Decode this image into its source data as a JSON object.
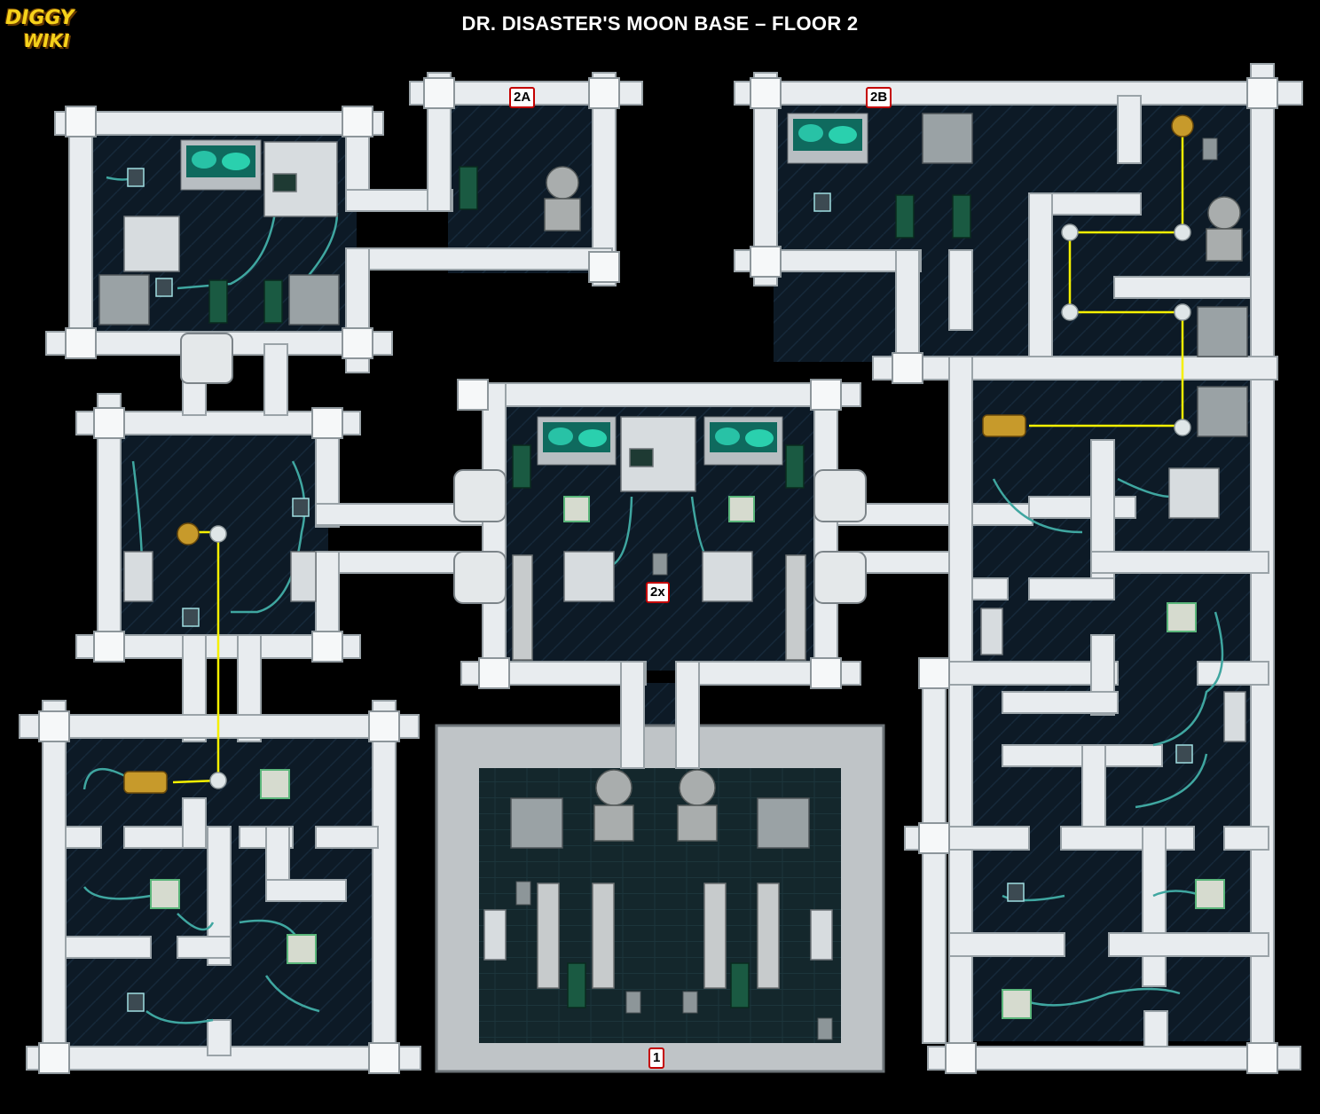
{
  "title": "DR. DISASTER'S MOON BASE – FLOOR 2",
  "logo": {
    "line1": "DIGGY",
    "line2": "WIKI"
  },
  "markers": [
    {
      "id": "2A",
      "text": "2A"
    },
    {
      "id": "2B",
      "text": "2B"
    },
    {
      "id": "2x",
      "text": "2x"
    },
    {
      "id": "1",
      "text": "1"
    }
  ],
  "colors": {
    "background": "#000000",
    "floor": "#0d1a26",
    "wall": "#e8ecef",
    "wall_edge": "#9aa3a8",
    "beam": "#f5f000",
    "cable": "#3fa6a0",
    "marker_border": "#c40000",
    "entrance_floor": "#14272c",
    "entrance_wall": "#bfc4c7"
  },
  "icons": {
    "statue": "robot-statue-icon",
    "weapons_rack": "weapons-rack-icon",
    "console": "computer-console-icon",
    "beam_emitter": "laser-emitter-icon",
    "mirror": "beam-mirror-icon",
    "sensor": "beam-receiver-icon",
    "switch": "power-switch-icon",
    "canister": "canister-icon",
    "banner": "banner-icon",
    "column": "column-icon",
    "machine": "machine-icon",
    "door": "door-hatch-icon"
  }
}
